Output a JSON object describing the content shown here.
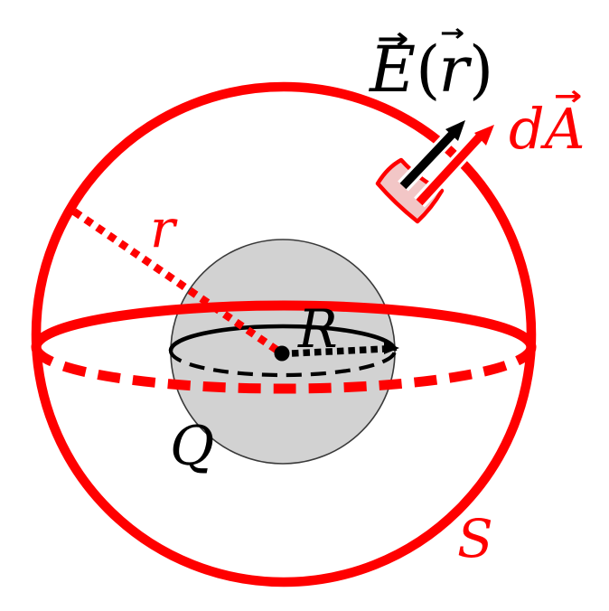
{
  "colors": {
    "red": "#ff0000",
    "pink": "#f2c6c6",
    "gray": "#d2d2d2",
    "sphere-outline": "#3a3a3a",
    "black": "#000000"
  },
  "labels": {
    "field": {
      "symbol": "E",
      "vector_arrow": "→",
      "open_paren": "(",
      "argument": "r",
      "argument_arrow": "→",
      "close_paren": ")"
    },
    "area_element": {
      "differential": "d",
      "symbol": "A",
      "vector_arrow": "→"
    },
    "gaussian_radius": "r",
    "sphere_radius": "R",
    "enclosed_charge": "Q",
    "gaussian_surface": "S"
  }
}
